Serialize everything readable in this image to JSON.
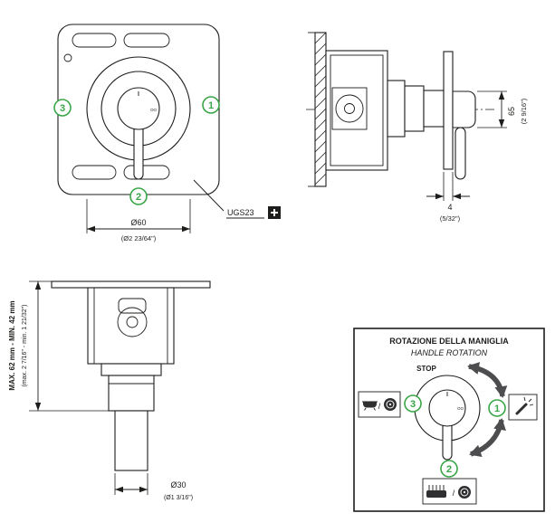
{
  "front": {
    "callout_1": "1",
    "callout_2": "2",
    "callout_3": "3",
    "dim_diameter_mm": "Ø60",
    "dim_diameter_in": "(Ø2 23/64\")",
    "model_code": "UGS23"
  },
  "side": {
    "dim_height_mm": "65",
    "dim_height_in": "(2 9/16\")",
    "dim_thickness_mm": "4",
    "dim_thickness_in": "(5/32\")"
  },
  "depth": {
    "dim_range": "MAX. 62 mm - MIN. 42 mm",
    "dim_range_in": "(max. 2 7/16\" - min. 1 21/32\")",
    "dim_diameter_mm": "Ø30",
    "dim_diameter_in": "(Ø1 3/16\")"
  },
  "rotation_panel": {
    "title": "ROTAZIONE DELLA MANIGLIA",
    "subtitle": "HANDLE ROTATION",
    "stop_label": "STOP",
    "callout_1": "1",
    "callout_2": "2",
    "callout_3": "3",
    "separator_left": "/",
    "separator_bottom": "/"
  },
  "brand": {
    "logo_mark": "OO"
  },
  "colors": {
    "line": "#1d1d1b",
    "callout_green": "#3aa648",
    "arrow_gray": "#4d4d4f"
  }
}
